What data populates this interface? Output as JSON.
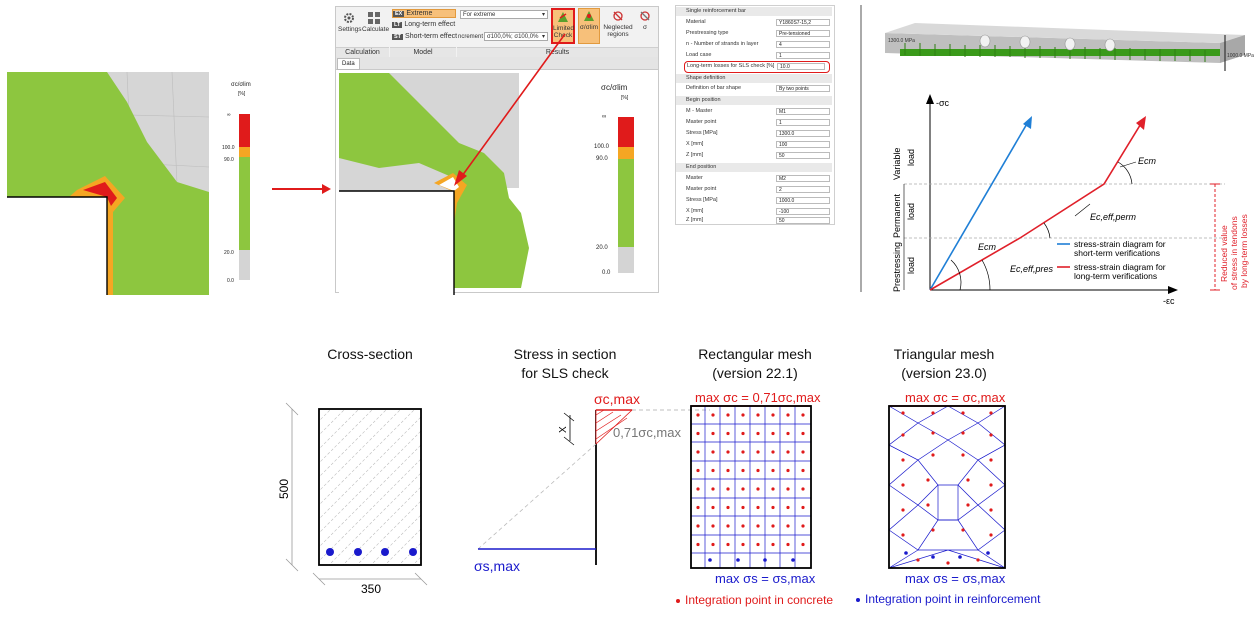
{
  "left_legend": {
    "title": "σc/σlim",
    "unit": "[%]",
    "ticks": [
      "∞",
      "100.0",
      "90.0",
      "20.0",
      "0.0"
    ]
  },
  "ribbon": {
    "groups": [
      "Calculation",
      "Model",
      "Results"
    ],
    "settings_label": "Settings",
    "calculate_label": "Calculate",
    "model_items": [
      {
        "tag": "EX",
        "label": "Extreme"
      },
      {
        "tag": "LT",
        "label": "Long-term effect"
      },
      {
        "tag": "ST",
        "label": "Short-term effect"
      }
    ],
    "combo_extreme": "For extreme",
    "increment_label": "ncrement",
    "combo_increment": "σ100,0%; σ100,0%",
    "result_buttons": [
      "Limited Check",
      "σ/σlim",
      "Neglected regions",
      "σ"
    ],
    "tab_data": "Data"
  },
  "main_legend": {
    "title": "σc/σlim",
    "unit": "[%]",
    "ticks": [
      "∞",
      "100.0",
      "90.0",
      "20.0",
      "0.0"
    ]
  },
  "panel": {
    "header": "Single reinforcement bar",
    "rows1": [
      {
        "label": "Material",
        "value": "Y1860S7-15,2"
      },
      {
        "label": "Prestressing type",
        "value": "Pre-tensioned"
      },
      {
        "label": "n - Number of strands in layer",
        "value": "4"
      },
      {
        "label": "Load case",
        "value": "1"
      },
      {
        "label": "Long-term losses for SLS check [%]",
        "value": "10.0"
      }
    ],
    "shape_header": "Shape definition",
    "shape_row": {
      "label": "Definition of bar shape",
      "value": "By two points"
    },
    "begin_header": "Begin position",
    "rows2": [
      {
        "label": "M - Master",
        "value": "M1"
      },
      {
        "label": "Master point",
        "value": "1"
      },
      {
        "label": "Stress [MPa]",
        "value": "1300.0"
      },
      {
        "label": "X [mm]",
        "value": "100"
      },
      {
        "label": "Z [mm]",
        "value": "50"
      }
    ],
    "end_header": "End position",
    "rows3": [
      {
        "label": "Master",
        "value": "M2"
      },
      {
        "label": "Master point",
        "value": "2"
      },
      {
        "label": "Stress [MPa]",
        "value": "1000.0"
      },
      {
        "label": "X [mm]",
        "value": "-100"
      },
      {
        "label": "Z [mm]",
        "value": "50"
      }
    ]
  },
  "beam": {
    "left_label": "1300.0 MPa",
    "right_label": "1000.0 MPa"
  },
  "stress_strain": {
    "y_axis": "-σc",
    "x_axis": "-εc",
    "load_labels": {
      "variable": "Variable",
      "permanent": "Permanent",
      "prestressing": "Prestressing",
      "load": "load"
    },
    "ecm_top": "Ecm",
    "ec_eff_perm": "Ec,eff,perm",
    "ecm_mid": "Ecm",
    "ec_eff_pres": "Ec,eff,pres",
    "legend_short": [
      "stress-strain diagram for",
      "short-term verifications"
    ],
    "legend_long": [
      "stress-strain diagram for",
      "long-term verifications"
    ],
    "side_note": [
      "Reduced value",
      "of stress in tendons",
      "by long-term losses"
    ],
    "colors": {
      "short": "#1f7fd6",
      "long": "#e0202a"
    }
  },
  "cross_section": {
    "title": "Cross-section",
    "height": "500",
    "width": "350"
  },
  "stress_section": {
    "title_1": "Stress in section",
    "title_2": "for SLS check",
    "sigma_c_max": "σc,max",
    "x_label": "X",
    "ratio_label": "0,71σc,max",
    "sigma_s_max": "σs,max"
  },
  "rect_mesh": {
    "title_1": "Rectangular mesh",
    "title_2": "(version 22.1)",
    "top_label": "max σc = 0,71σc,max",
    "bottom_label": "max σs = σs,max",
    "legend": "Integration point in concrete"
  },
  "tri_mesh": {
    "title_1": "Triangular  mesh",
    "title_2": "(version 23.0)",
    "top_label": "max σc = σc,max",
    "bottom_label": "max σs = σs,max",
    "legend": "Integration point in reinforcement"
  },
  "colors": {
    "green": "#8dc63f",
    "red": "#e01b1b",
    "orange": "#f5a623",
    "blue": "#1a1acc",
    "grey": "#d4d4d4"
  }
}
